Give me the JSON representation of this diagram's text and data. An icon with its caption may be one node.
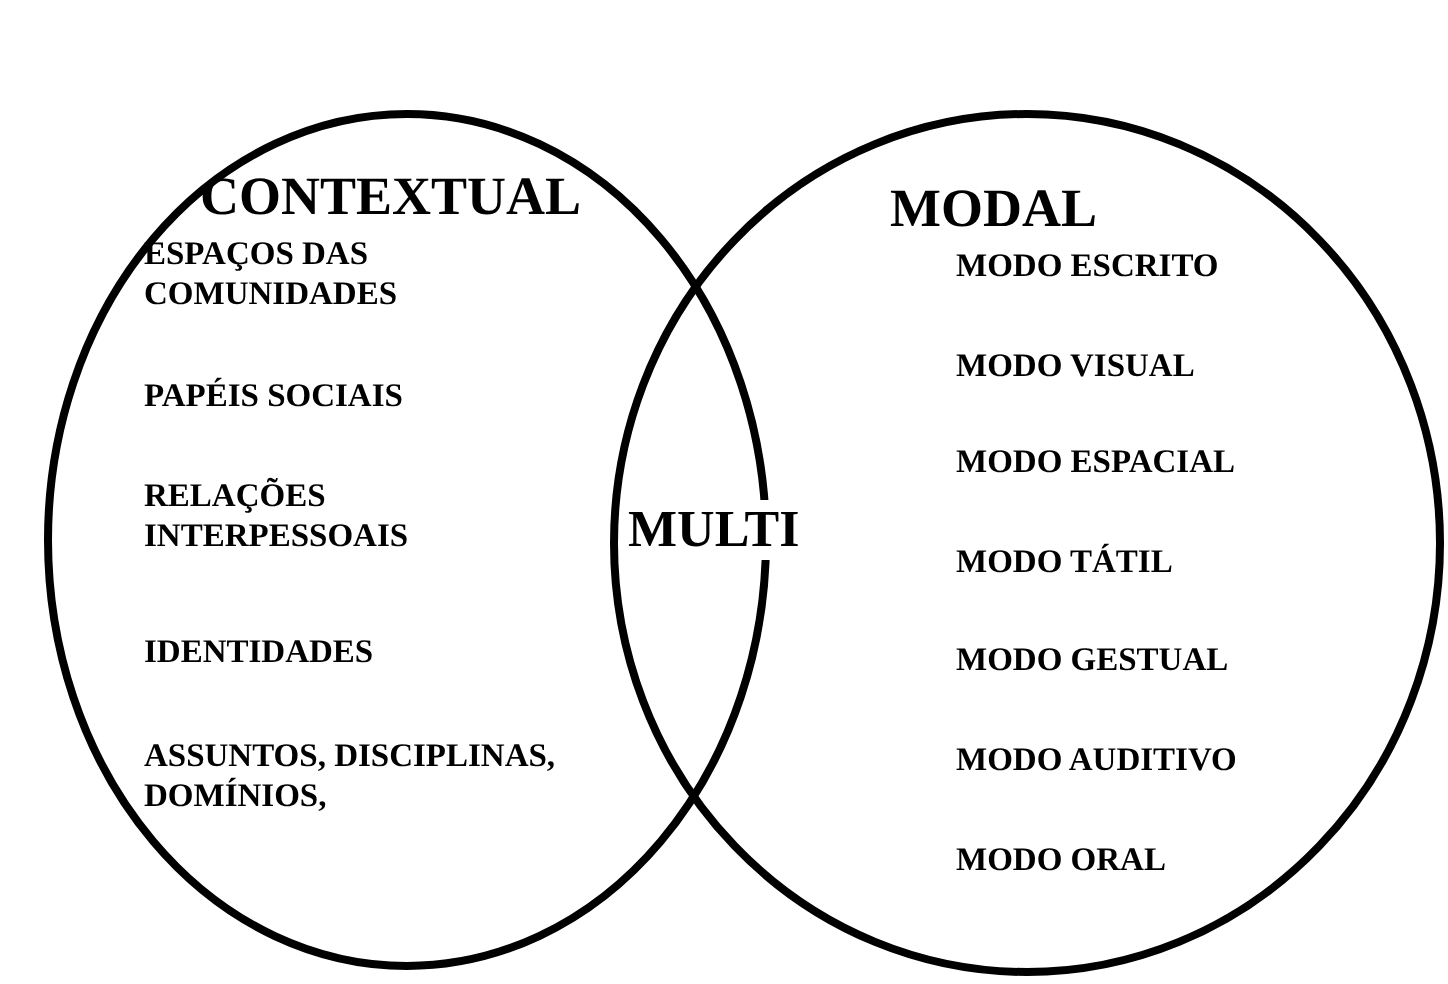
{
  "diagram": {
    "nodes": [
      {
        "text": [
          "CONTEXTUAL",
          "ESPAÇOS DAS COMUNIDADES",
          "PAPÉIS SOCIAIS",
          "RELAÇÕES INTERPESSOAIS",
          "IDENTIDADES",
          "ASSUNTOS, DISCIPLINAS, DOMÍNIOS,"
        ]
      },
      {
        "text": [
          "MODAL",
          "MODO ESCRITO",
          "MODO VISUAL",
          "MODO ESPACIAL",
          "MODO TÁTIL",
          "MODO GESTUAL",
          "MODO AUDITIVO",
          "MODO ORAL"
        ]
      }
    ],
    "labels": [
      "MULTI"
    ]
  }
}
